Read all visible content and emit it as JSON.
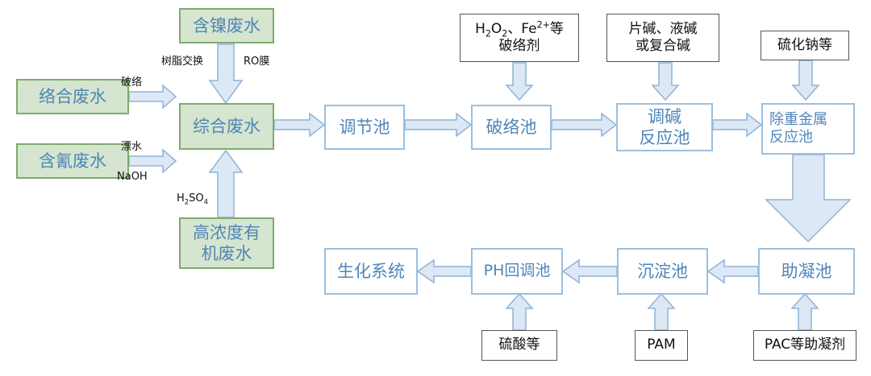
{
  "sources": {
    "nickel": "含镍废水",
    "complex": "络合废水",
    "cyanide": "含氰废水",
    "organic_1": "高浓度有",
    "organic_2": "机废水"
  },
  "process": {
    "combined": "综合废水",
    "regulation": "调节池",
    "break_complex": "破络池",
    "alkali_1": "调碱",
    "alkali_2": "反应池",
    "heavy_1": "除重金属",
    "heavy_2": "反应池",
    "coag": "助凝池",
    "sediment": "沉淀池",
    "ph_adjust": "PH回调池",
    "bio": "生化系统"
  },
  "reagents": {
    "break_agent": {
      "h2o2_main": "H",
      "h2o2_sub1": "2",
      "h2o2_mid": "O",
      "h2o2_sub2": "2",
      "sep": "、Fe",
      "fe_sup": "2+",
      "tail": "等",
      "line2": "破络剂"
    },
    "alkali_agent": {
      "line1": "片碱、液碱",
      "line2": "或复合碱"
    },
    "sulfide": "硫化钠等",
    "acid": "硫酸等",
    "pam": "PAM",
    "pac": "PAC等助凝剂"
  },
  "edge_labels": {
    "resin": "树脂交换",
    "ro": "RO膜",
    "break_label": "破络",
    "bleach": "漂水",
    "naoh": "NaOH",
    "h2so4_main": "H",
    "h2so4_sub1": "2",
    "h2so4_mid": "SO",
    "h2so4_sub2": "4"
  },
  "colors": {
    "source_fill": "#d6e5cf",
    "source_border": "#7faa6f",
    "process_border": "#9bbfdf",
    "text_blue": "#4f86b8",
    "arrow_fill": "#dce8f5",
    "arrow_stroke": "#8fb3d5"
  }
}
